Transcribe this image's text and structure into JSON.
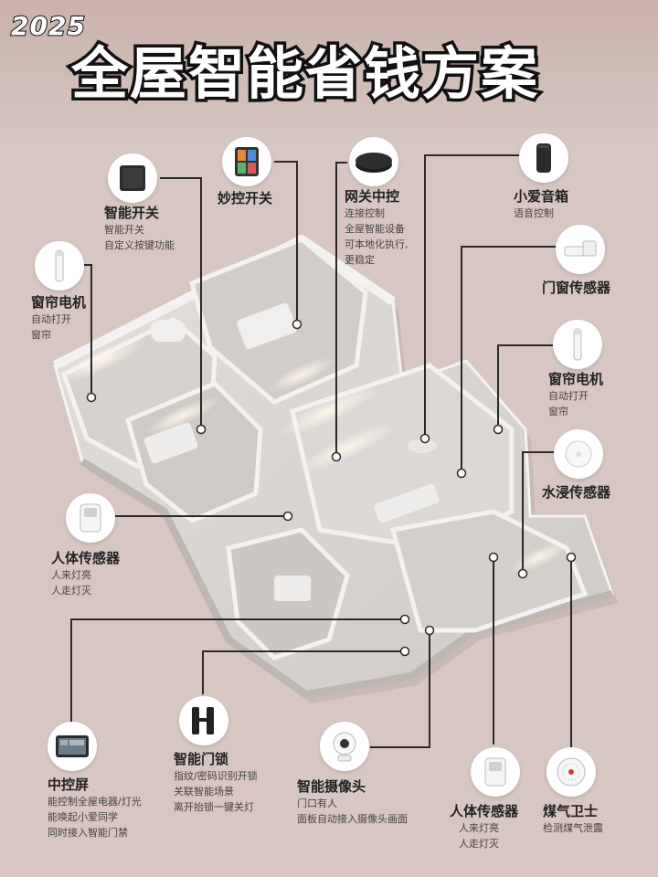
{
  "header": {
    "year": "2025",
    "title": "全屋智能省钱方案"
  },
  "devices": {
    "smart_switch": {
      "name": "智能开关",
      "desc": [
        "智能开关",
        "自定义按键功能"
      ]
    },
    "miao_switch": {
      "name": "妙控开关",
      "desc": []
    },
    "gateway": {
      "name": "网关中控",
      "desc": [
        "连接控制",
        "全屋智能设备",
        "可本地化执行,",
        "更稳定"
      ]
    },
    "xiaoai_speaker": {
      "name": "小爱音箱",
      "desc": [
        "语音控制"
      ]
    },
    "curtain_motor_left": {
      "name": "窗帘电机",
      "desc": [
        "自动打开",
        "窗帘"
      ]
    },
    "door_window_sensor": {
      "name": "门窗传感器",
      "desc": []
    },
    "curtain_motor_right": {
      "name": "窗帘电机",
      "desc": [
        "自动打开",
        "窗帘"
      ]
    },
    "water_sensor": {
      "name": "水浸传感器",
      "desc": []
    },
    "body_sensor_left": {
      "name": "人体传感器",
      "desc": [
        "人来灯亮",
        "人走灯灭"
      ]
    },
    "central_screen": {
      "name": "中控屏",
      "desc": [
        "能控制全屋电器/灯光",
        "能唤起小爱同学",
        "同时接入智能门禁"
      ]
    },
    "smart_lock": {
      "name": "智能门锁",
      "desc": [
        "指纹/密码识别开锁",
        "关联智能场景",
        "离开抬锁一键关灯"
      ]
    },
    "smart_camera": {
      "name": "智能摄像头",
      "desc": [
        "门口有人",
        "面板自动接入摄像头画面"
      ]
    },
    "body_sensor_bottom": {
      "name": "人体传感器",
      "desc": [
        "人来灯亮",
        "人走灯灭"
      ]
    },
    "gas_guard": {
      "name": "煤气卫士",
      "desc": [
        "检测煤气泄露"
      ]
    }
  },
  "colors": {
    "background": "#d7c6c1",
    "line": "#2a2a2a",
    "wall": "#ececea",
    "floor": "#d9d6d3"
  }
}
